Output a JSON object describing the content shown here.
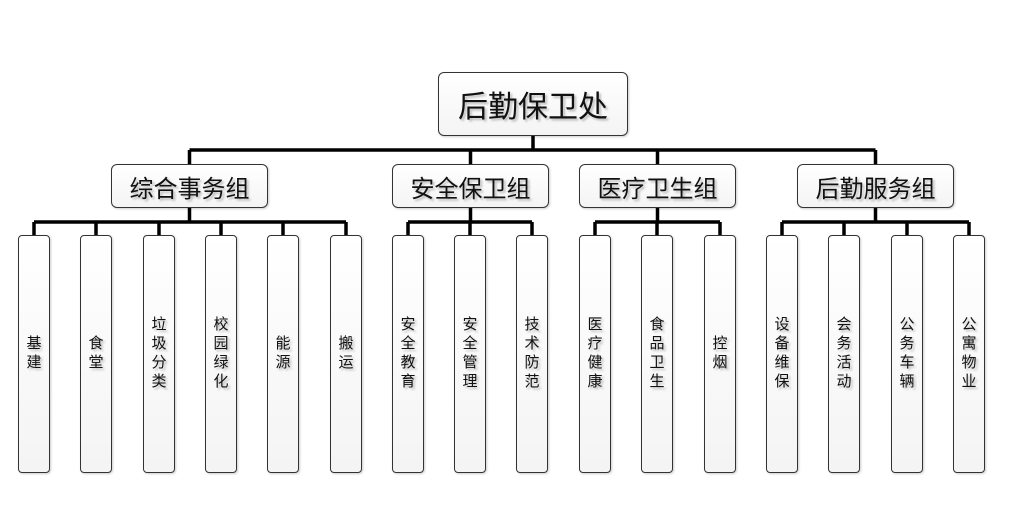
{
  "root": "后勤保卫处",
  "groups": [
    {
      "name": "综合事务组",
      "children": [
        "基建",
        "食堂",
        "垃圾分类",
        "校园绿化",
        "能源",
        "搬运"
      ]
    },
    {
      "name": "安全保卫组",
      "children": [
        "安全教育",
        "安全管理",
        "技术防范"
      ]
    },
    {
      "name": "医疗卫生组",
      "children": [
        "医疗健康",
        "食品卫生",
        "控烟"
      ]
    },
    {
      "name": "后勤服务组",
      "children": [
        "设备维保",
        "会务活动",
        "公务车辆",
        "公寓物业"
      ]
    }
  ]
}
